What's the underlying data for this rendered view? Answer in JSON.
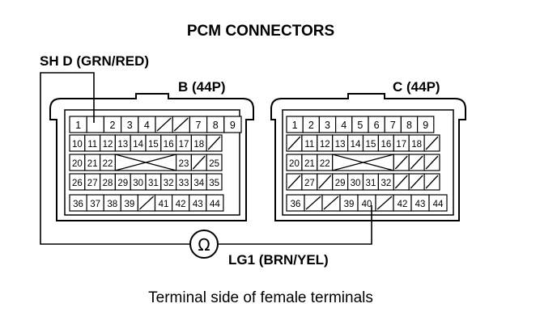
{
  "title": "PCM CONNECTORS",
  "probe_pos_label": "SH D (GRN/RED)",
  "probe_neg_label": "LG1 (BRN/YEL)",
  "meter_symbol": "Ω",
  "footer": "Terminal side of female terminals",
  "connectors": [
    {
      "id": "B",
      "label": "B (44P)",
      "rows": [
        [
          "1",
          "",
          "2",
          "3",
          "4",
          "/",
          "/",
          "7",
          "8",
          "9"
        ],
        [
          "10",
          "11",
          "12",
          "13",
          "14",
          "15",
          "16",
          "17",
          "18",
          "/"
        ],
        [
          "20",
          "21",
          "22",
          "X",
          "X",
          "X",
          "X",
          "23",
          "/",
          "25"
        ],
        [
          "26",
          "27",
          "28",
          "29",
          "30",
          "31",
          "32",
          "33",
          "34",
          "35"
        ],
        [
          "36",
          "37",
          "38",
          "39",
          "/",
          "41",
          "42",
          "43",
          "44"
        ]
      ]
    },
    {
      "id": "C",
      "label": "C (44P)",
      "rows": [
        [
          "1",
          "2",
          "3",
          "4",
          "5",
          "6",
          "7",
          "8",
          "9"
        ],
        [
          "/",
          "11",
          "12",
          "13",
          "14",
          "15",
          "16",
          "17",
          "18",
          "/"
        ],
        [
          "20",
          "21",
          "22",
          "X",
          "X",
          "X",
          "X",
          "/",
          "/",
          "/"
        ],
        [
          "/",
          "27",
          "/",
          "29",
          "30",
          "31",
          "32",
          "/",
          "/",
          "/"
        ],
        [
          "36",
          "/",
          "/",
          "39",
          "40",
          "/",
          "42",
          "43",
          "44"
        ]
      ]
    }
  ]
}
